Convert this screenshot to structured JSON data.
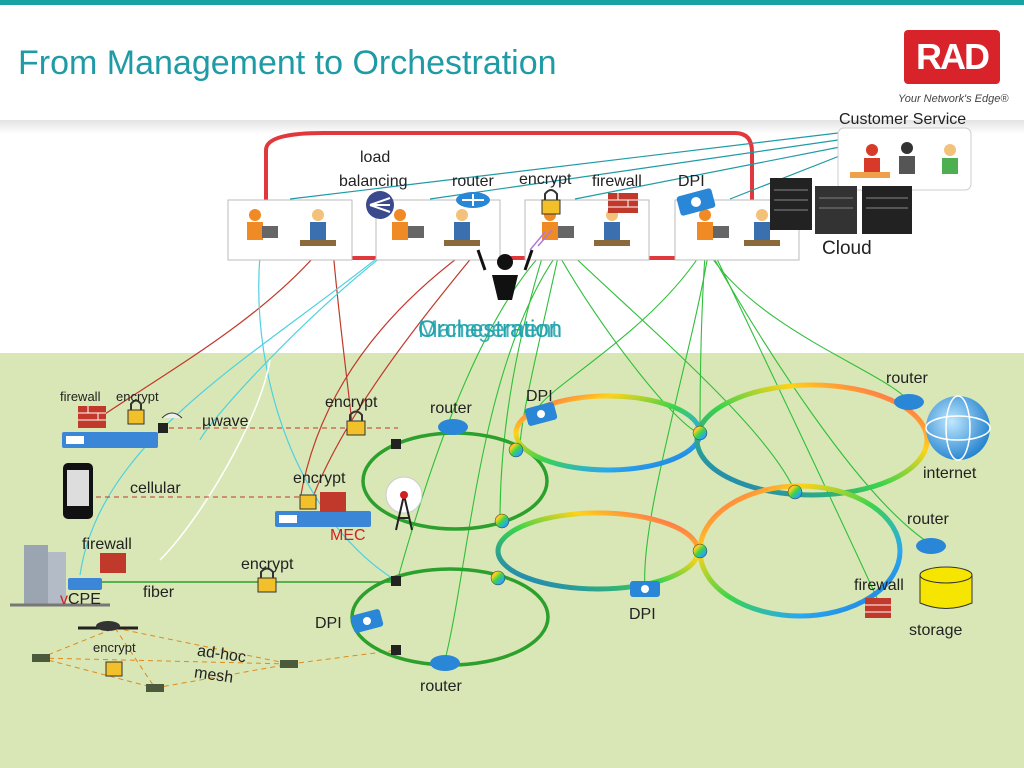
{
  "title": "From Management to Orchestration",
  "logo": {
    "text": "RAD",
    "tagline": "Your Network's Edge®"
  },
  "top": {
    "customer_service": "Customer Service",
    "cloud": "Cloud",
    "orchestration": "Orchestration",
    "management": "Management",
    "functions": [
      {
        "label_line1": "load",
        "label_line2": "balancing"
      },
      {
        "label_line1": "router"
      },
      {
        "label_line1": "encrypt"
      },
      {
        "label_line1": "firewall"
      },
      {
        "label_line1": "DPI"
      }
    ]
  },
  "edge": {
    "firewall": "firewall",
    "encrypt": "encrypt",
    "uwave": "µwave",
    "cellular": "cellular",
    "firewall2": "firewall",
    "vcpe_v": "v",
    "vcpe": "CPE",
    "fiber": "fiber",
    "encrypt_fiber": "encrypt",
    "encrypt_adhoc": "encrypt",
    "adhoc_line1": "ad-hoc",
    "adhoc_line2": "mesh"
  },
  "core": {
    "encrypt_top": "encrypt",
    "encrypt_mec": "encrypt",
    "mec": "MEC",
    "router_top": "router",
    "dpi_top": "DPI",
    "dpi_left": "DPI",
    "dpi_mid": "DPI",
    "router_bottom": "router",
    "router_right_top": "router",
    "internet": "internet",
    "router_right_mid": "router",
    "firewall_right": "firewall",
    "storage": "storage"
  },
  "colors": {
    "accent": "#1f9ba6",
    "management_ring": "#e0383c",
    "green_zone": "#d9e7b6",
    "ring_green": "#2ca02c",
    "red_link": "#c0392b",
    "cyan_link": "#4fd0e0"
  }
}
